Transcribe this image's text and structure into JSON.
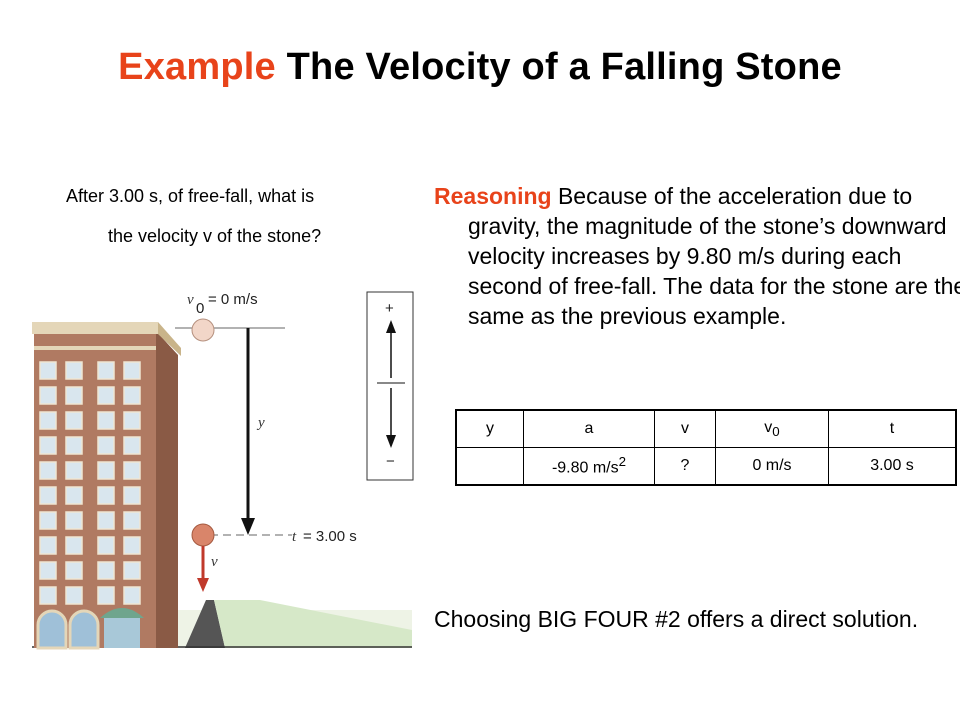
{
  "title": {
    "accent": "Example",
    "rest": "The Velocity of a Falling Stone"
  },
  "question": {
    "line1": "After 3.00 s, of free-fall, what is",
    "line2": "the velocity v of the stone?"
  },
  "reasoning": {
    "label": "Reasoning",
    "text": "Because of the acceleration due to gravity, the magnitude of the stone’s downward velocity increases by 9.80 m/s during each second of free-fall. The data for the stone are the same as the previous example."
  },
  "table": {
    "headers": [
      "y",
      "a",
      "v",
      "v",
      "t"
    ],
    "header_sub": "0",
    "row": [
      "",
      "-9.80 m/s",
      "?",
      "0 m/s",
      "3.00 s"
    ],
    "row_sup": "2"
  },
  "conclusion": "Choosing BIG FOUR #2 offers a direct solution.",
  "figure": {
    "v0_symbol": "v",
    "v0_sub": "0",
    "v0_value": "= 0 m/s",
    "y_label": "y",
    "t_symbol": "t",
    "t_value": "= 3.00 s",
    "v_label": "v",
    "plus": "+",
    "minus": "−"
  },
  "colors": {
    "accent": "#e8431a",
    "building": "#b07a62",
    "stone": "#d9856a",
    "arrow": "#c0392b"
  }
}
